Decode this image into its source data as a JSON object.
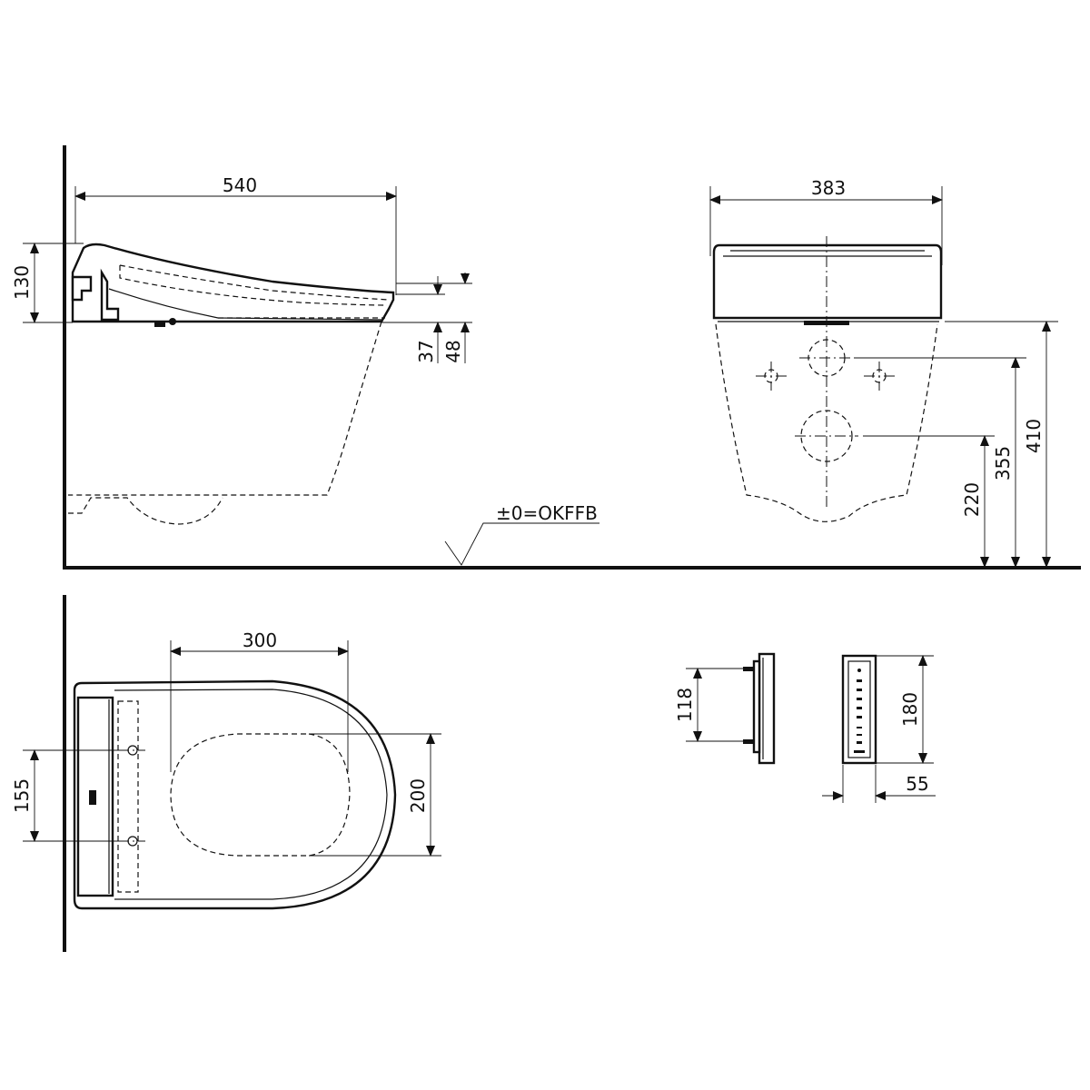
{
  "colors": {
    "line": "#111111",
    "background": "#ffffff"
  },
  "dimensions": {
    "side_length": "540",
    "side_height": "130",
    "side_gap_37": "37",
    "side_gap_48": "48",
    "front_width": "383",
    "front_410": "410",
    "front_355": "355",
    "front_220": "220",
    "top_300": "300",
    "top_155": "155",
    "top_200": "200",
    "remote_118": "118",
    "remote_180": "180",
    "remote_55": "55"
  },
  "floor_label": "±0=OKFFB"
}
